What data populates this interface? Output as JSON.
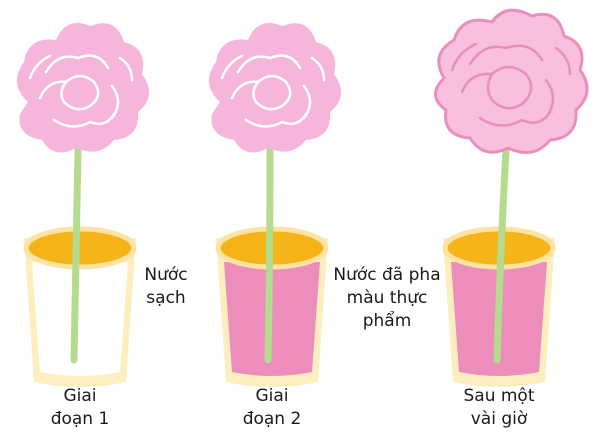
{
  "stages": [
    {
      "caption_line1": "Giai",
      "caption_line2": "đoạn 1",
      "liquid_color": "#ffffff",
      "petal_color": "#f6b6dc",
      "petal_outline": "#ffffff",
      "wilted": false
    },
    {
      "caption_line1": "Giai",
      "caption_line2": "đoạn 2",
      "liquid_color": "#ec8dbc",
      "petal_color": "#f6b6dc",
      "petal_outline": "#ffffff",
      "wilted": false
    },
    {
      "caption_line1": "Sau một",
      "caption_line2": "vài giờ",
      "liquid_color": "#ec8dbc",
      "petal_color": "#f9bfdf",
      "petal_outline": "#e98fc0",
      "wilted": false
    }
  ],
  "annotations": {
    "clean_water_line1": "Nước",
    "clean_water_line2": "sạch",
    "dyed_water_line1": "Nước đã pha",
    "dyed_water_line2": "màu thực",
    "dyed_water_line3": "phẩm"
  },
  "colors": {
    "glass_rim": "#fbe3a3",
    "glass_body": "#fdeebf",
    "water_surface": "#f5b417",
    "stem": "#b5dc8e"
  }
}
